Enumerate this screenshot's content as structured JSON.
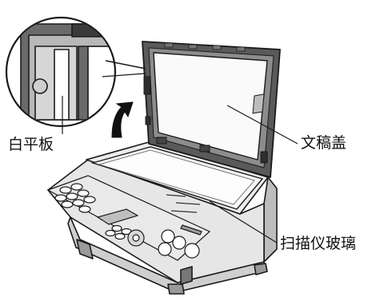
{
  "labels": {
    "white_board": "白平板",
    "document_cover": "文稿盖",
    "scanner_glass": "扫描仪玻璃"
  },
  "colors": {
    "line": "#1a1a1a",
    "body_light": "#f2f2f2",
    "body_mid": "#d6d6d6",
    "body_dark": "#9a9a9a",
    "lid_dark": "#4a4a4a",
    "white_pad": "#ffffff",
    "glass": "#f6f6f6"
  },
  "icons": {
    "open_arrow": "curved-arrow-icon"
  }
}
